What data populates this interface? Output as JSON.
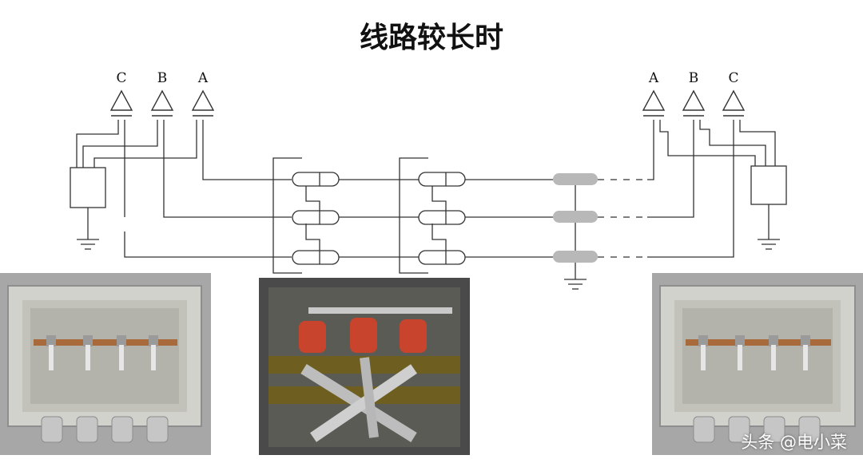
{
  "title": "线路较长时",
  "left_phase_labels": [
    "C",
    "B",
    "A"
  ],
  "right_phase_labels": [
    "A",
    "B",
    "C"
  ],
  "watermark": "头条 @电小菜",
  "colors": {
    "line": "#333333",
    "cable_sheath": "#b8b8b8",
    "arrester_red": "#c8442c",
    "box_grey": "#c9c9c9",
    "box_dark": "#4a4a4a",
    "copper_bar": "#a86a3a"
  }
}
